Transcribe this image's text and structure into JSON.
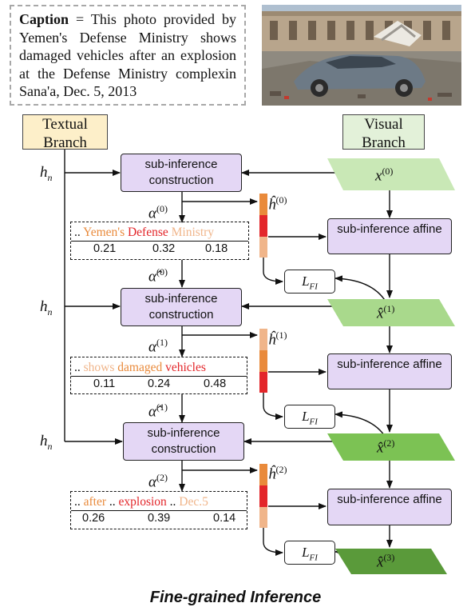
{
  "caption": {
    "label": "Caption",
    "text": " = This photo provided by Yemen's Defense Ministry shows damaged vehicles after an explosion at the Defense Ministry complexin Sana'a, Dec. 5, 2013"
  },
  "branches": {
    "textual": "Textual Branch",
    "visual": "Visual Branch"
  },
  "labels": {
    "h_n": "h",
    "h_n_sub": "n",
    "sub_inference_construction": "sub-inference construction",
    "sub_inference_affine": "sub-inference affine",
    "loss": "L",
    "loss_sub": "FI"
  },
  "rows": [
    {
      "x_label": "x",
      "x_sup": "(0)",
      "alpha_sup": "(0)",
      "alpha_hat_sup": "(0)",
      "h_hat_sup": "(0)",
      "words": [
        "..",
        "Yemen's",
        "Defense",
        "Ministry"
      ],
      "word_colors": [
        "#111111",
        "#e98a3b",
        "#e3262a",
        "#f0b58a"
      ],
      "numbers": [
        "0.21",
        "0.32",
        "0.18"
      ],
      "bar_colors": [
        "#e98a3b",
        "#e3262a",
        "#f0b58a"
      ]
    },
    {
      "x_label": "x̂",
      "x_sup": "(1)",
      "alpha_sup": "(1)",
      "alpha_hat_sup": "(1)",
      "h_hat_sup": "(1)",
      "words": [
        "..",
        "shows",
        "damaged",
        "vehicles"
      ],
      "word_colors": [
        "#111111",
        "#f0b58a",
        "#e98a3b",
        "#e3262a"
      ],
      "numbers": [
        "0.11",
        "0.24",
        "0.48"
      ],
      "bar_colors": [
        "#f0b58a",
        "#e98a3b",
        "#e3262a"
      ]
    },
    {
      "x_label": "x̂",
      "x_sup": "(2)",
      "alpha_sup": "(2)",
      "h_hat_sup": "(2)",
      "words": [
        "..",
        "after",
        "..",
        "explosion",
        "..",
        "Dec.5"
      ],
      "word_colors": [
        "#111111",
        "#e98a3b",
        "#111111",
        "#e3262a",
        "#111111",
        "#f0b58a"
      ],
      "numbers": [
        "0.26",
        "0.39",
        "0.14"
      ],
      "bar_colors": [
        "#e98a3b",
        "#e3262a",
        "#f0b58a"
      ]
    }
  ],
  "final": {
    "x_label": "x̂",
    "x_sup": "(3)"
  },
  "title": "Fine-grained Inference",
  "colors": {
    "textual_branch": "#fdefc9",
    "visual_branch": "#e3f1d9",
    "module": "#e4d7f5",
    "visual_feature_levels": [
      "#c9e8b6",
      "#a9d98c",
      "#7cc254",
      "#5a9a3a"
    ]
  }
}
